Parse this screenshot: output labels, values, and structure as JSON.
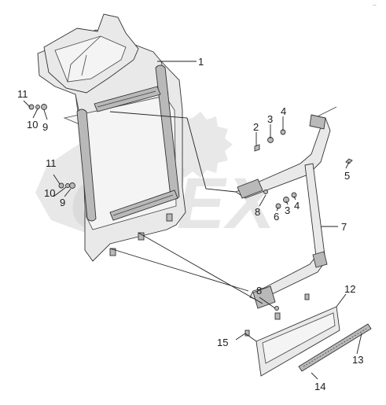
{
  "watermark": {
    "text": "OPEX"
  },
  "corner_mark": "--",
  "callouts": {
    "c1": "1",
    "c2": "2",
    "c3a": "3",
    "c3b": "3",
    "c4a": "4",
    "c4b": "4",
    "c5": "5",
    "c6": "6",
    "c7": "7",
    "c8a": "8",
    "c8b": "8",
    "c9a": "9",
    "c9b": "9",
    "c10a": "10",
    "c10b": "10",
    "c11a": "11",
    "c11b": "11",
    "c12": "12",
    "c13": "13",
    "c14": "14",
    "c15": "15"
  }
}
